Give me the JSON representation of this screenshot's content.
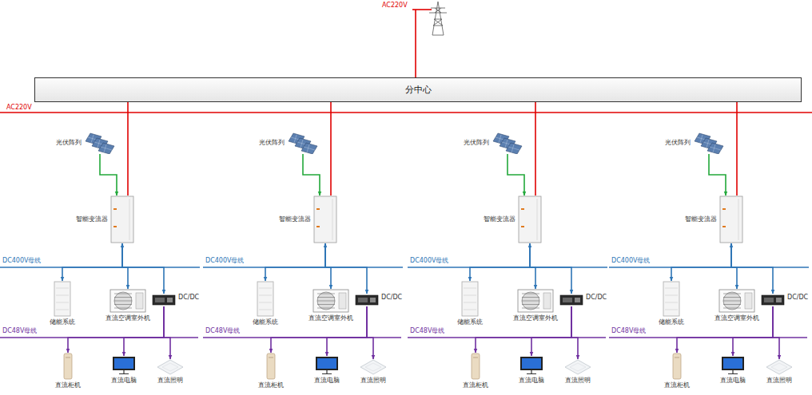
{
  "diagram": {
    "nodes": [
      {
        "text": [
          "分中心"
        ]
      },
      {
        "text": [
          "光伏阵列"
        ]
      },
      {
        "text": [
          "智能变流器"
        ]
      },
      {
        "text": [
          "储能系统"
        ]
      },
      {
        "text": [
          "直流空调室外机"
        ]
      },
      {
        "text": [
          "DC/DC"
        ]
      },
      {
        "text": [
          "直流柜机"
        ]
      },
      {
        "text": [
          "直流电脑"
        ]
      },
      {
        "text": [
          "直流照明"
        ]
      },
      {
        "text": [
          "光伏阵列"
        ]
      },
      {
        "text": [
          "智能变流器"
        ]
      },
      {
        "text": [
          "储能系统"
        ]
      },
      {
        "text": [
          "直流空调室外机"
        ]
      },
      {
        "text": [
          "DC/DC"
        ]
      },
      {
        "text": [
          "直流柜机"
        ]
      },
      {
        "text": [
          "直流电脑"
        ]
      },
      {
        "text": [
          "直流照明"
        ]
      },
      {
        "text": [
          "光伏阵列"
        ]
      },
      {
        "text": [
          "智能变流器"
        ]
      },
      {
        "text": [
          "储能系统"
        ]
      },
      {
        "text": [
          "直流空调室外机"
        ]
      },
      {
        "text": [
          "DC/DC"
        ]
      },
      {
        "text": [
          "直流柜机"
        ]
      },
      {
        "text": [
          "直流电脑"
        ]
      },
      {
        "text": [
          "直流照明"
        ]
      },
      {
        "text": [
          "光伏阵列"
        ]
      },
      {
        "text": [
          "智能变流器"
        ]
      },
      {
        "text": [
          "储能系统"
        ]
      },
      {
        "text": [
          "直流空调室外机"
        ]
      },
      {
        "text": [
          "DC/DC"
        ]
      },
      {
        "text": [
          "直流柜机"
        ]
      },
      {
        "text": [
          "直流电脑"
        ]
      },
      {
        "text": [
          "直流照明"
        ]
      }
    ],
    "edges": [
      {
        "from": 0,
        "to": 2,
        "arrow": "none"
      },
      {
        "from": 1,
        "to": 2,
        "arrow": "to"
      },
      {
        "from": 2,
        "to": 3,
        "arrow": "both"
      },
      {
        "from": 2,
        "to": 4,
        "arrow": "to"
      },
      {
        "from": 2,
        "to": 5,
        "arrow": "to"
      },
      {
        "from": 5,
        "to": 6,
        "arrow": "to"
      },
      {
        "from": 5,
        "to": 7,
        "arrow": "to"
      },
      {
        "from": 5,
        "to": 8,
        "arrow": "to"
      },
      {
        "from": 0,
        "to": 10,
        "arrow": "none"
      },
      {
        "from": 9,
        "to": 10,
        "arrow": "to"
      },
      {
        "from": 10,
        "to": 11,
        "arrow": "both"
      },
      {
        "from": 10,
        "to": 12,
        "arrow": "to"
      },
      {
        "from": 10,
        "to": 13,
        "arrow": "to"
      },
      {
        "from": 13,
        "to": 14,
        "arrow": "to"
      },
      {
        "from": 13,
        "to": 15,
        "arrow": "to"
      },
      {
        "from": 13,
        "to": 16,
        "arrow": "to"
      },
      {
        "from": 0,
        "to": 18,
        "arrow": "none"
      },
      {
        "from": 17,
        "to": 18,
        "arrow": "to"
      },
      {
        "from": 18,
        "to": 19,
        "arrow": "both"
      },
      {
        "from": 18,
        "to": 20,
        "arrow": "to"
      },
      {
        "from": 18,
        "to": 21,
        "arrow": "to"
      },
      {
        "from": 21,
        "to": 22,
        "arrow": "to"
      },
      {
        "from": 21,
        "to": 23,
        "arrow": "to"
      },
      {
        "from": 21,
        "to": 24,
        "arrow": "to"
      },
      {
        "from": 0,
        "to": 26,
        "arrow": "none"
      },
      {
        "from": 25,
        "to": 26,
        "arrow": "to"
      },
      {
        "from": 26,
        "to": 27,
        "arrow": "both"
      },
      {
        "from": 26,
        "to": 28,
        "arrow": "to"
      },
      {
        "from": 26,
        "to": 29,
        "arrow": "to"
      },
      {
        "from": 29,
        "to": 30,
        "arrow": "to"
      },
      {
        "from": 29,
        "to": 31,
        "arrow": "to"
      },
      {
        "from": 29,
        "to": 32,
        "arrow": "to"
      }
    ],
    "labels": [
      "AC220V",
      "AC220V",
      "DC400V母线",
      "DC48V母线",
      "DC400V母线",
      "DC48V母线",
      "DC400V母线",
      "DC48V母线",
      "DC400V母线",
      "DC48V母线"
    ]
  }
}
